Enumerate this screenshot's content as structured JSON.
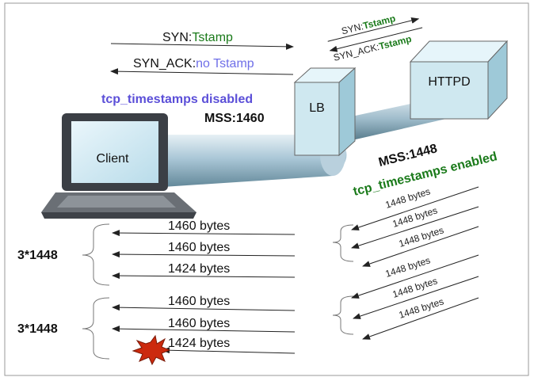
{
  "colors": {
    "tstamp_green": "#1a7a1a",
    "no_tstamp_blue": "#6f6fe8",
    "disabled_blue": "#5b4fd8",
    "enabled_green": "#1a7a1a",
    "box_face": "#cfe8f0",
    "box_top": "#e6f5fa",
    "box_side": "#9ec9d8",
    "pipe": "#a9c6d6",
    "burst_red": "#cc2a0e"
  },
  "top_left": {
    "syn_prefix": "SYN:",
    "syn_tstamp": "Tstamp",
    "synack_prefix": "SYN_ACK:",
    "synack_value": "no Tstamp",
    "disabled_label": "tcp_timestamps disabled",
    "mss_prefix": "MSS:",
    "mss_value": "1460"
  },
  "top_right": {
    "syn_prefix": "SYN:",
    "syn_tstamp": "Tstamp",
    "synack_prefix": "SYN_ACK:",
    "synack_tstamp": "Tstamp",
    "mss_prefix": "MSS:",
    "mss_value": "1448",
    "enabled_label": "tcp_timestamps enabled"
  },
  "nodes": {
    "client": "Client",
    "lb": "LB",
    "httpd": "HTTPD"
  },
  "group_labels": [
    "3*1448",
    "3*1448"
  ],
  "left_segments": {
    "group1": [
      "1460 bytes",
      "1460 bytes",
      "1424 bytes"
    ],
    "group2": [
      "1460 bytes",
      "1460 bytes",
      "1424 bytes"
    ]
  },
  "right_segments": {
    "group1": [
      "1448 bytes",
      "1448 bytes",
      "1448 bytes"
    ],
    "group2": [
      "1448 bytes",
      "1448 bytes",
      "1448 bytes"
    ]
  }
}
